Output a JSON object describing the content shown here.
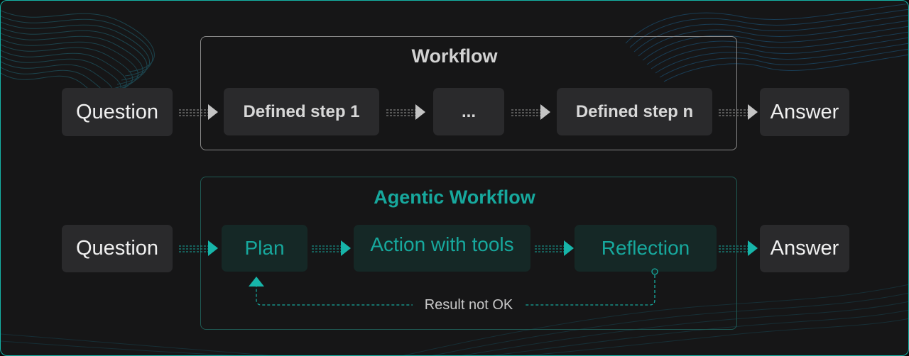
{
  "workflow": {
    "title": "Workflow",
    "input_label": "Question",
    "steps": [
      "Defined step 1",
      "...",
      "Defined step n"
    ],
    "output_label": "Answer"
  },
  "agentic": {
    "title": "Agentic Workflow",
    "input_label": "Question",
    "steps": [
      "Plan",
      "Action with tools",
      "Reflection"
    ],
    "output_label": "Answer",
    "feedback_label": "Result not OK"
  },
  "colors": {
    "accent": "#17a89d",
    "frame": "#15b3a7",
    "background": "#161617",
    "node": "#2a2a2c",
    "agent_node": "#152826",
    "arrow_plain": "#c4c4c4"
  }
}
